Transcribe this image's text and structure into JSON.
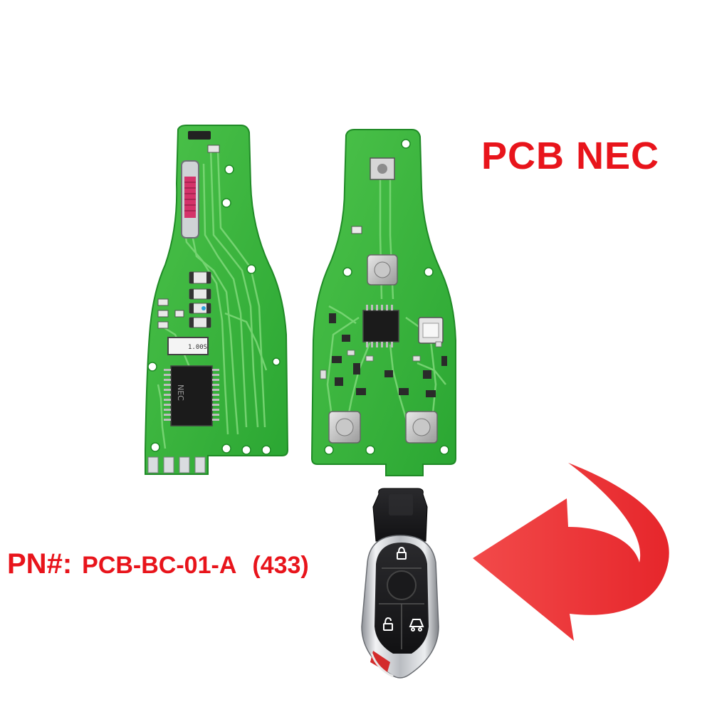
{
  "title": "PCB NEC",
  "part_number": {
    "prefix": "PN#:",
    "value": "PCB-BC-01-A",
    "frequency": "(433)"
  },
  "board_front": {
    "chip_marking": "NEC",
    "label_sticker": "1.00S"
  },
  "colors": {
    "accent_red": "#e8141b",
    "pcb_green": "#35b53a",
    "key_black": "#1d1d1f",
    "chrome": "#c9cbcf"
  }
}
